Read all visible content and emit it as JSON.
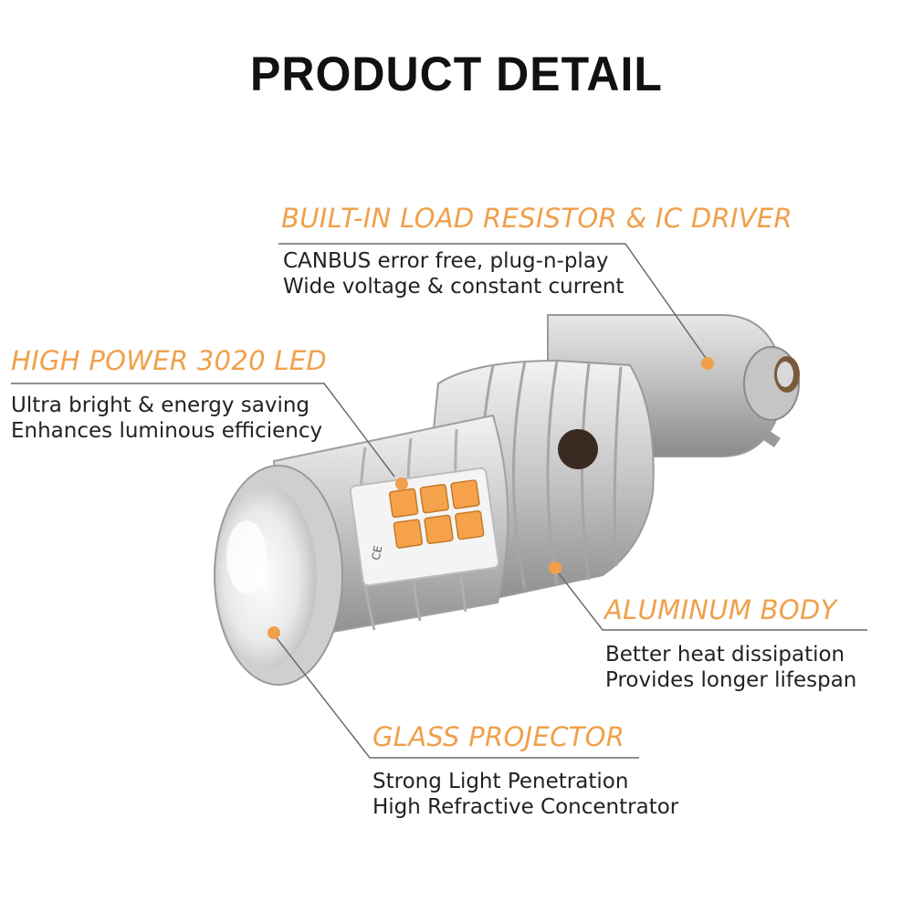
{
  "page": {
    "title": "PRODUCT DETAIL"
  },
  "accent_color": "#f0a04b",
  "features": [
    {
      "id": "resistor",
      "title": "BUILT-IN LOAD RESISTOR & IC DRIVER",
      "lines": [
        "CANBUS error free, plug-n-play",
        "Wide voltage & constant current"
      ]
    },
    {
      "id": "led",
      "title": "HIGH POWER 3020 LED",
      "lines": [
        "Ultra bright & energy saving",
        "Enhances luminous efficiency"
      ]
    },
    {
      "id": "body",
      "title": "ALUMINUM BODY",
      "lines": [
        "Better heat dissipation",
        "Provides longer lifespan"
      ]
    },
    {
      "id": "projector",
      "title": "GLASS PROJECTOR",
      "lines": [
        "Strong Light Penetration",
        "High Refractive Concentrator"
      ]
    }
  ],
  "product_image": {
    "subject": "led-turn-signal-bulb",
    "led_color": "#f5a24a",
    "chip_marks": "CE"
  }
}
